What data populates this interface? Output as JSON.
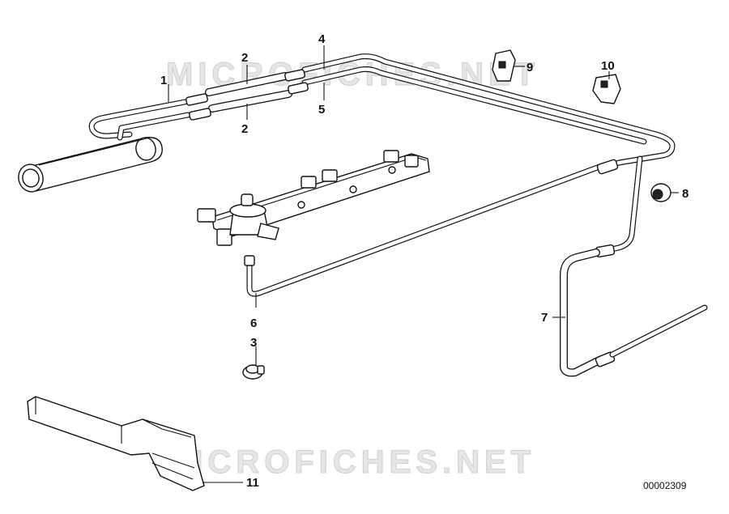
{
  "diagram": {
    "watermark_top": "MICROFICHES.NET",
    "watermark_bottom": "MICROFICHES.NET",
    "diagram_id": "00002309",
    "callouts": [
      {
        "id": "c1",
        "label": "1"
      },
      {
        "id": "c2a",
        "label": "2"
      },
      {
        "id": "c2b",
        "label": "2"
      },
      {
        "id": "c3",
        "label": "3"
      },
      {
        "id": "c4",
        "label": "4"
      },
      {
        "id": "c5",
        "label": "5"
      },
      {
        "id": "c6",
        "label": "6"
      },
      {
        "id": "c7",
        "label": "7"
      },
      {
        "id": "c8",
        "label": "8"
      },
      {
        "id": "c9",
        "label": "9"
      },
      {
        "id": "c10",
        "label": "10"
      },
      {
        "id": "c11",
        "label": "11"
      }
    ]
  }
}
